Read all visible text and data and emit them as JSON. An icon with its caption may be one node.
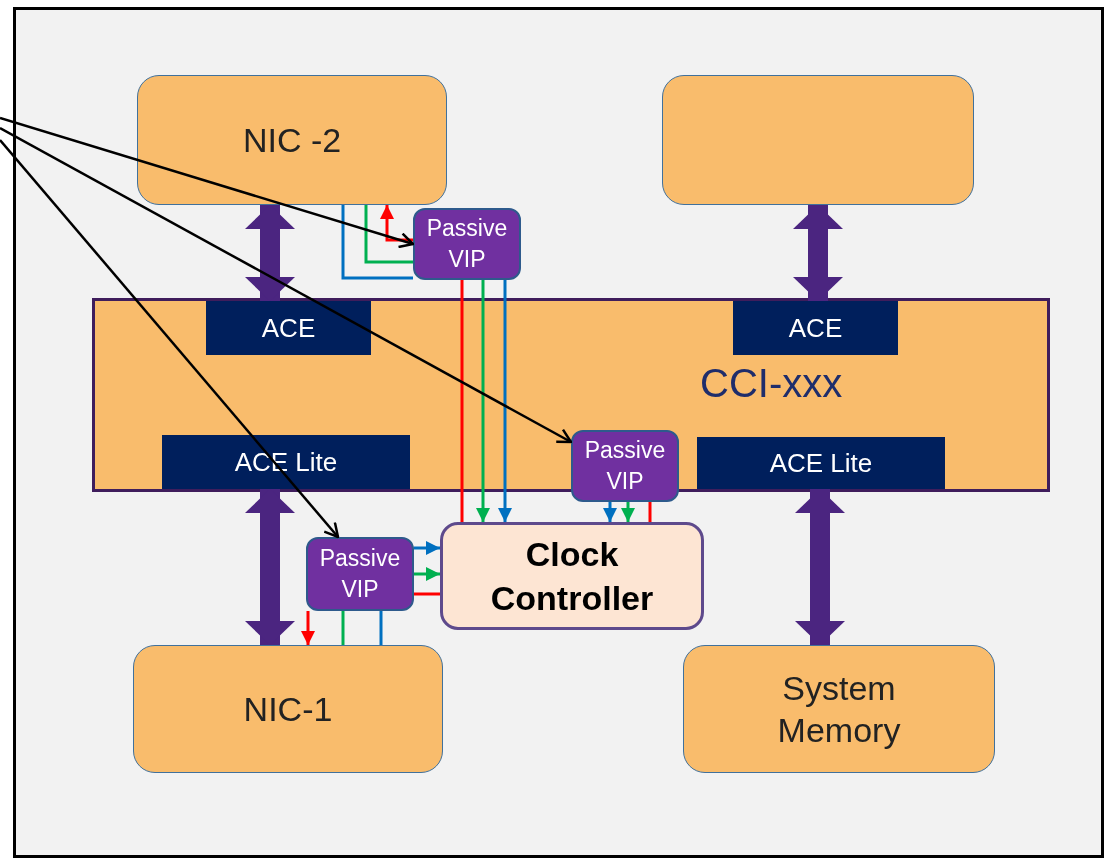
{
  "diagram": {
    "nodes": [
      {
        "text": [
          "NIC -2"
        ]
      },
      {
        "text": [],
        "shape": "box"
      },
      {
        "text": [
          "Passive VIP"
        ]
      },
      {
        "text": [
          "CCI-xxx"
        ]
      },
      {
        "text": [
          "ACE"
        ],
        "in": 3
      },
      {
        "text": [
          "ACE"
        ],
        "in": 3
      },
      {
        "text": [
          "ACE Lite"
        ],
        "in": 3
      },
      {
        "text": [
          "Passive VIP"
        ]
      },
      {
        "text": [
          "ACE Lite"
        ],
        "in": 3
      },
      {
        "text": [
          "Passive VIP"
        ]
      },
      {
        "text": [
          "Clock Controller"
        ]
      },
      {
        "text": [
          "NIC-1"
        ]
      },
      {
        "text": [
          "System Memory"
        ]
      }
    ],
    "edges": [
      {
        "from": 0,
        "to": 4,
        "arrow": "both",
        "style": "thick",
        "color": "#4b2580"
      },
      {
        "from": 1,
        "to": 5,
        "arrow": "both",
        "style": "thick",
        "color": "#4b2580"
      },
      {
        "from": 6,
        "to": 11,
        "arrow": "both",
        "style": "thick",
        "color": "#4b2580"
      },
      {
        "from": 8,
        "to": 12,
        "arrow": "both",
        "style": "thick",
        "color": "#4b2580"
      },
      {
        "from": 2,
        "to": 0,
        "arrow": "to",
        "color": "#ff0000"
      },
      {
        "from": 0,
        "to": 2,
        "arrow": "none",
        "color": "#00b050"
      },
      {
        "from": 0,
        "to": 2,
        "arrow": "none",
        "color": "#0070c0"
      },
      {
        "from": 2,
        "to": 10,
        "arrow": "none",
        "color": "#ff0000"
      },
      {
        "from": 2,
        "to": 10,
        "arrow": "to",
        "color": "#00b050"
      },
      {
        "from": 2,
        "to": 10,
        "arrow": "to",
        "color": "#0070c0"
      },
      {
        "from": 7,
        "to": 10,
        "arrow": "to",
        "color": "#0070c0"
      },
      {
        "from": 7,
        "to": 10,
        "arrow": "to",
        "color": "#00b050"
      },
      {
        "from": 7,
        "to": 10,
        "arrow": "none",
        "color": "#ff0000"
      },
      {
        "from": 9,
        "to": 10,
        "arrow": "to",
        "color": "#0070c0"
      },
      {
        "from": 9,
        "to": 10,
        "arrow": "to",
        "color": "#00b050"
      },
      {
        "from": 9,
        "to": 10,
        "arrow": "none",
        "color": "#ff0000"
      },
      {
        "from": 9,
        "to": 11,
        "arrow": "to",
        "color": "#ff0000"
      },
      {
        "from": 9,
        "to": 11,
        "arrow": "none",
        "color": "#00b050"
      },
      {
        "from": 9,
        "to": 11,
        "arrow": "none",
        "color": "#0070c0"
      },
      {
        "from": null,
        "to": 2,
        "arrow": "to",
        "color": "#000000"
      },
      {
        "from": null,
        "to": 7,
        "arrow": "to",
        "color": "#000000"
      },
      {
        "from": null,
        "to": 9,
        "arrow": "to",
        "color": "#000000"
      }
    ]
  }
}
